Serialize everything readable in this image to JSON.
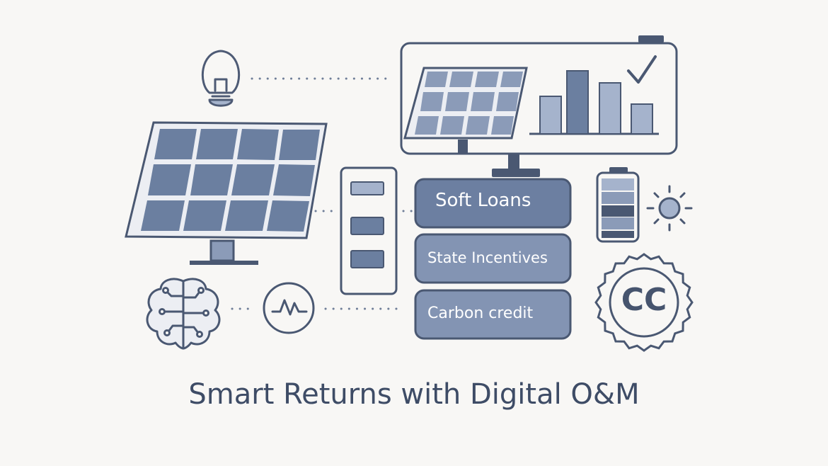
{
  "title": "Smart Returns with Digital O&M",
  "financing": {
    "soft_loans": "Soft Loans",
    "state_incentives": "State Incentives",
    "carbon_credit": "Carbon credit"
  },
  "badge": {
    "text": "CC"
  },
  "icons": {
    "bulb": "lightbulb-icon",
    "panel": "solar-panel-icon",
    "monitor": "monitor-dashboard-icon",
    "chart": "bar-chart-icon",
    "check": "checkmark-icon",
    "battery": "battery-icon",
    "sun": "sun-icon",
    "brain": "brain-circuit-icon",
    "pulse": "pulse-signal-icon",
    "device": "server-device-icon",
    "badge": "carbon-credit-seal-icon"
  },
  "colors": {
    "background": "#f8f7f5",
    "outline": "#4a5872",
    "panel_fill": "#6b7fa0",
    "light_fill": "#a5b3cc",
    "box_dark": "#6c7fa1",
    "box_light": "#8394b3",
    "title": "#3e4c66"
  }
}
